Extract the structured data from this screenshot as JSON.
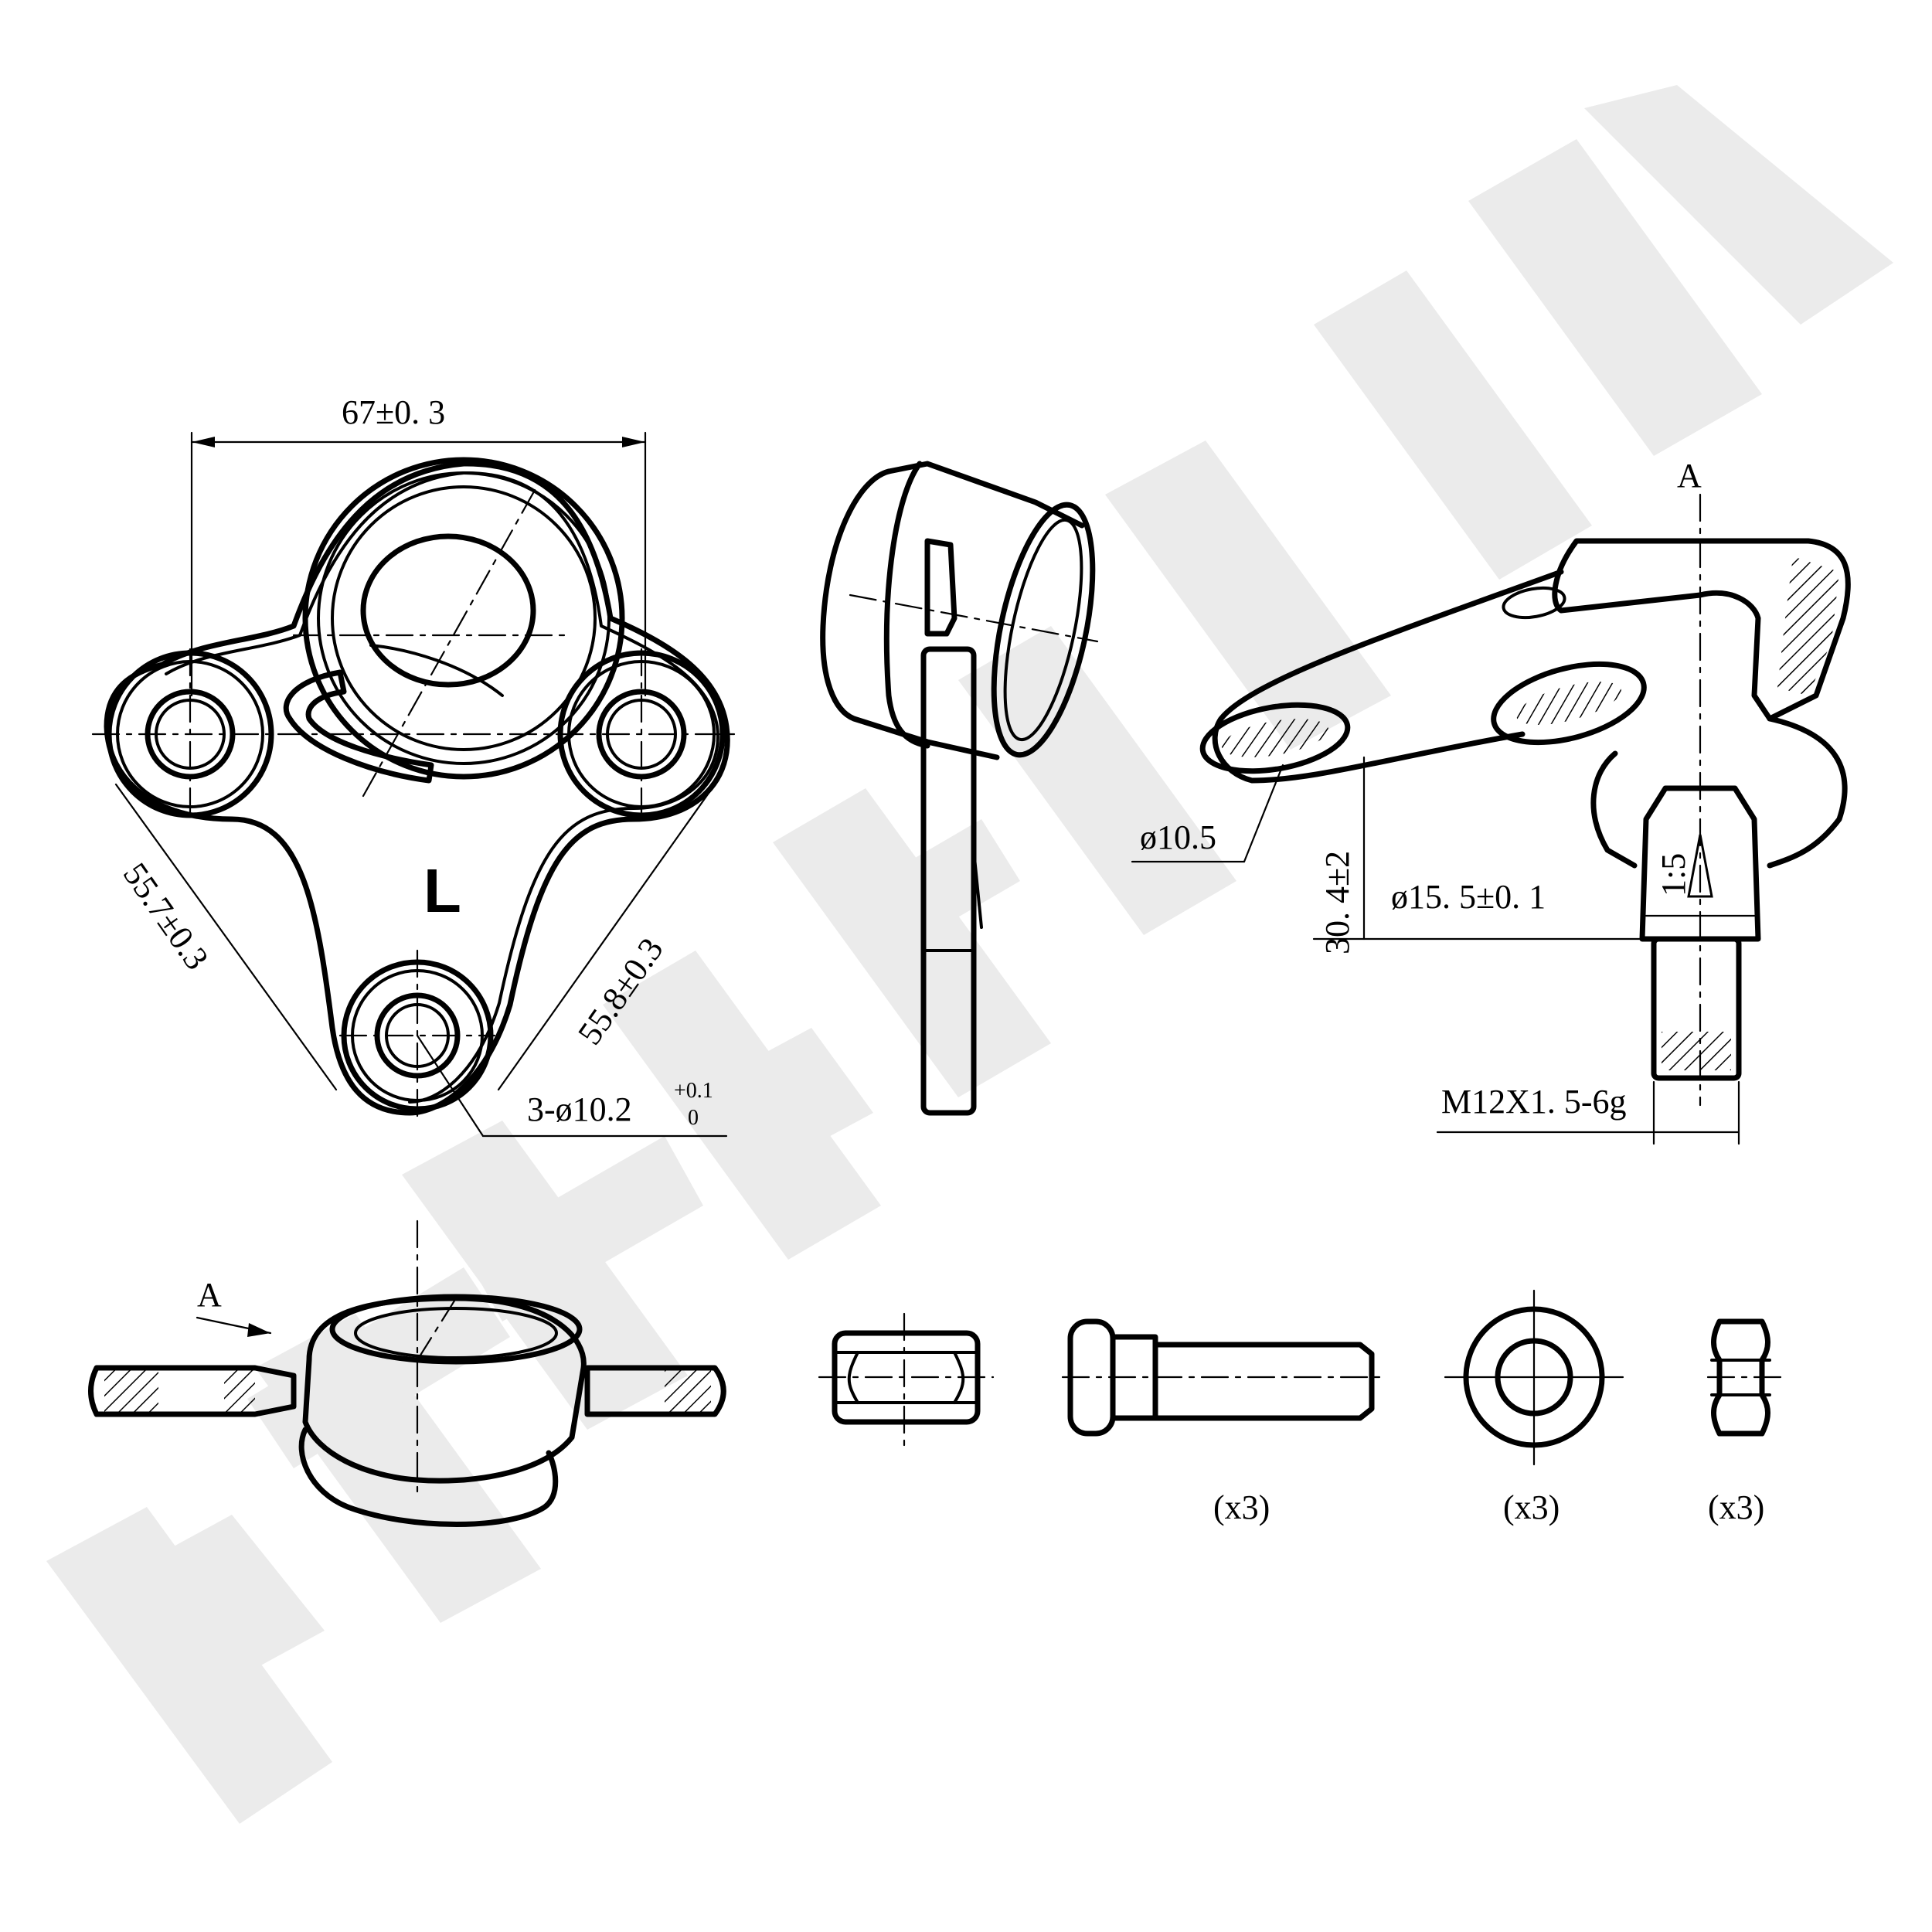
{
  "watermark": {
    "text": "ZENNEK",
    "color": "#ebebeb"
  },
  "top_view": {
    "width_dim": "67±0. 3",
    "left_dim": "55.7±0.3",
    "right_dim": "55.8±0.3",
    "holes_dim_main": "3-ø10.2",
    "holes_dim_upper": "+0.1",
    "holes_dim_lower": "0",
    "side_mark": "L"
  },
  "section_view": {
    "view_label": "A",
    "diameter_eye": "ø10.5",
    "height_dim": "30. 4±2",
    "diameter_cone": "ø15. 5±0. 1",
    "taper": "1:5",
    "thread": "M12X1. 5-6g"
  },
  "bottom_view": {
    "arrow_label": "A"
  },
  "hardware": {
    "bolt_qty": "(x3)",
    "washer_qty": "(x3)",
    "nut_qty": "(x3)"
  }
}
